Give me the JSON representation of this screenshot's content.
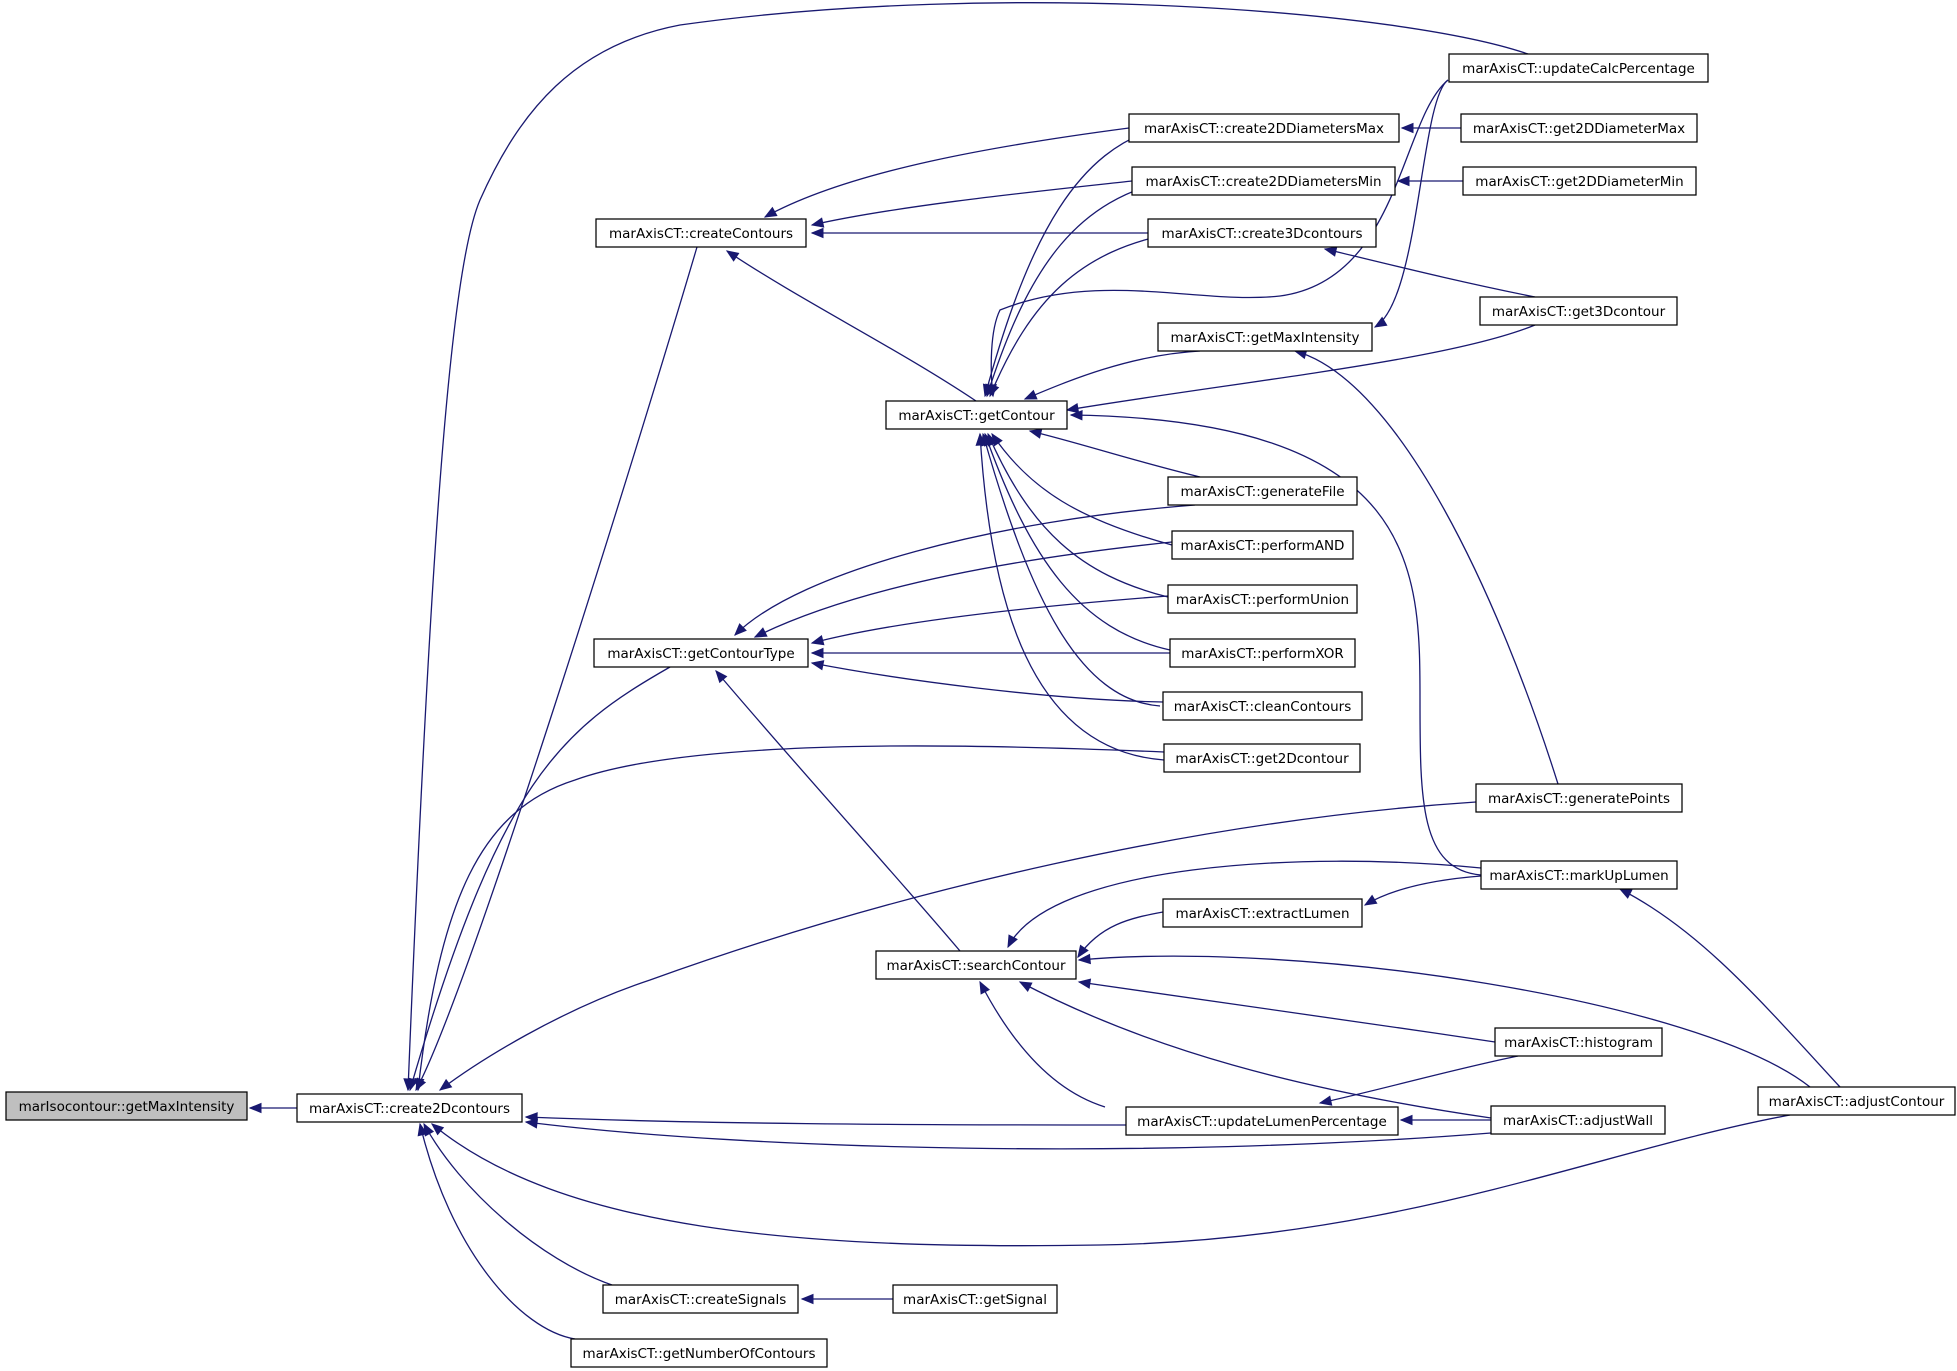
{
  "nodes": [
    {
      "id": "root",
      "label": "marIsocontour::getMaxIntensity",
      "root": true
    },
    {
      "id": "c2d",
      "label": "marAxisCT::create2Dcontours"
    },
    {
      "id": "cc",
      "label": "marAxisCT::createContours"
    },
    {
      "id": "gct",
      "label": "marAxisCT::getContourType"
    },
    {
      "id": "cs",
      "label": "marAxisCT::createSignals"
    },
    {
      "id": "gnoc",
      "label": "marAxisCT::getNumberOfContours"
    },
    {
      "id": "gc",
      "label": "marAxisCT::getContour"
    },
    {
      "id": "sc",
      "label": "marAxisCT::searchContour"
    },
    {
      "id": "gsig",
      "label": "marAxisCT::getSignal"
    },
    {
      "id": "c2dmax",
      "label": "marAxisCT::create2DDiametersMax"
    },
    {
      "id": "c2dmin",
      "label": "marAxisCT::create2DDiametersMin"
    },
    {
      "id": "c3d",
      "label": "marAxisCT::create3Dcontours"
    },
    {
      "id": "gmi",
      "label": "marAxisCT::getMaxIntensity"
    },
    {
      "id": "gf",
      "label": "marAxisCT::generateFile"
    },
    {
      "id": "pand",
      "label": "marAxisCT::performAND"
    },
    {
      "id": "punion",
      "label": "marAxisCT::performUnion"
    },
    {
      "id": "pxor",
      "label": "marAxisCT::performXOR"
    },
    {
      "id": "clean",
      "label": "marAxisCT::cleanContours"
    },
    {
      "id": "g2d",
      "label": "marAxisCT::get2Dcontour"
    },
    {
      "id": "el",
      "label": "marAxisCT::extractLumen"
    },
    {
      "id": "ulp",
      "label": "marAxisCT::updateLumenPercentage"
    },
    {
      "id": "ucp",
      "label": "marAxisCT::updateCalcPercentage"
    },
    {
      "id": "g2dmax",
      "label": "marAxisCT::get2DDiameterMax"
    },
    {
      "id": "g2dmin",
      "label": "marAxisCT::get2DDiameterMin"
    },
    {
      "id": "g3d",
      "label": "marAxisCT::get3Dcontour"
    },
    {
      "id": "gp",
      "label": "marAxisCT::generatePoints"
    },
    {
      "id": "mul",
      "label": "marAxisCT::markUpLumen"
    },
    {
      "id": "hist",
      "label": "marAxisCT::histogram"
    },
    {
      "id": "aw",
      "label": "marAxisCT::adjustWall"
    },
    {
      "id": "ac",
      "label": "marAxisCT::adjustContour"
    }
  ],
  "edges": [
    {
      "from": "c2d",
      "to": "root"
    },
    {
      "from": "cc",
      "to": "c2d"
    },
    {
      "from": "gct",
      "to": "c2d"
    },
    {
      "from": "cs",
      "to": "c2d"
    },
    {
      "from": "gnoc",
      "to": "c2d"
    },
    {
      "from": "ucp",
      "to": "c2d"
    },
    {
      "from": "g2d",
      "to": "c2d"
    },
    {
      "from": "gp",
      "to": "c2d"
    },
    {
      "from": "ulp",
      "to": "c2d"
    },
    {
      "from": "aw",
      "to": "c2d"
    },
    {
      "from": "ac",
      "to": "c2d"
    },
    {
      "from": "c2dmax",
      "to": "cc"
    },
    {
      "from": "c2dmin",
      "to": "cc"
    },
    {
      "from": "c3d",
      "to": "cc"
    },
    {
      "from": "gc",
      "to": "cc"
    },
    {
      "from": "gf",
      "to": "gct"
    },
    {
      "from": "pand",
      "to": "gct"
    },
    {
      "from": "punion",
      "to": "gct"
    },
    {
      "from": "pxor",
      "to": "gct"
    },
    {
      "from": "clean",
      "to": "gct"
    },
    {
      "from": "sc",
      "to": "gct"
    },
    {
      "from": "gsig",
      "to": "cs"
    },
    {
      "from": "c2dmax",
      "to": "gc"
    },
    {
      "from": "c2dmin",
      "to": "gc"
    },
    {
      "from": "c3d",
      "to": "gc"
    },
    {
      "from": "ucp",
      "to": "gc"
    },
    {
      "from": "gmi",
      "to": "gc"
    },
    {
      "from": "g3d",
      "to": "gc"
    },
    {
      "from": "gf",
      "to": "gc"
    },
    {
      "from": "pand",
      "to": "gc"
    },
    {
      "from": "punion",
      "to": "gc"
    },
    {
      "from": "pxor",
      "to": "gc"
    },
    {
      "from": "clean",
      "to": "gc"
    },
    {
      "from": "g2d",
      "to": "gc"
    },
    {
      "from": "mul",
      "to": "gc"
    },
    {
      "from": "el",
      "to": "sc"
    },
    {
      "from": "mul",
      "to": "sc"
    },
    {
      "from": "ac",
      "to": "sc"
    },
    {
      "from": "hist",
      "to": "sc"
    },
    {
      "from": "aw",
      "to": "sc"
    },
    {
      "from": "ulp",
      "to": "sc"
    },
    {
      "from": "g2dmax",
      "to": "c2dmax"
    },
    {
      "from": "g2dmin",
      "to": "c2dmin"
    },
    {
      "from": "g3d",
      "to": "c3d"
    },
    {
      "from": "ucp",
      "to": "gmi"
    },
    {
      "from": "gp",
      "to": "gmi"
    },
    {
      "from": "mul",
      "to": "el"
    },
    {
      "from": "hist",
      "to": "ulp"
    },
    {
      "from": "aw",
      "to": "ulp"
    },
    {
      "from": "ac",
      "to": "mul"
    }
  ]
}
